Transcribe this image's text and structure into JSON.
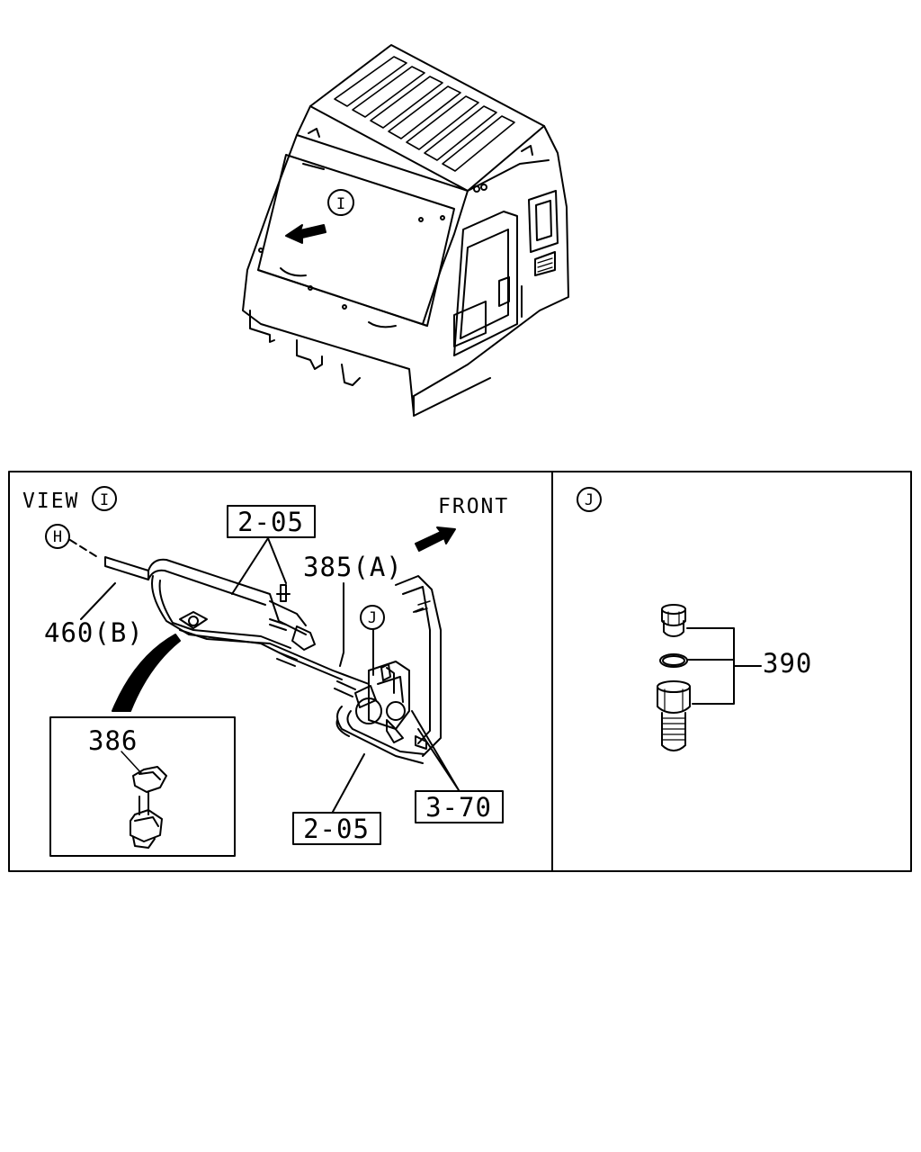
{
  "callouts": {
    "view_word": "VIEW",
    "view_circle": "I",
    "cab_circle": "I",
    "front": "FRONT",
    "h_circle": "H",
    "j_circle": "J",
    "j_panel_circle": "J",
    "part_460b": "460(B)",
    "part_385a": "385(A)",
    "box_2_05_top": "2-05",
    "box_2_05_bottom": "2-05",
    "box_3_70": "3-70",
    "part_386": "386",
    "part_390": "390"
  },
  "colors": {
    "ink": "#000000",
    "paper": "#ffffff"
  }
}
